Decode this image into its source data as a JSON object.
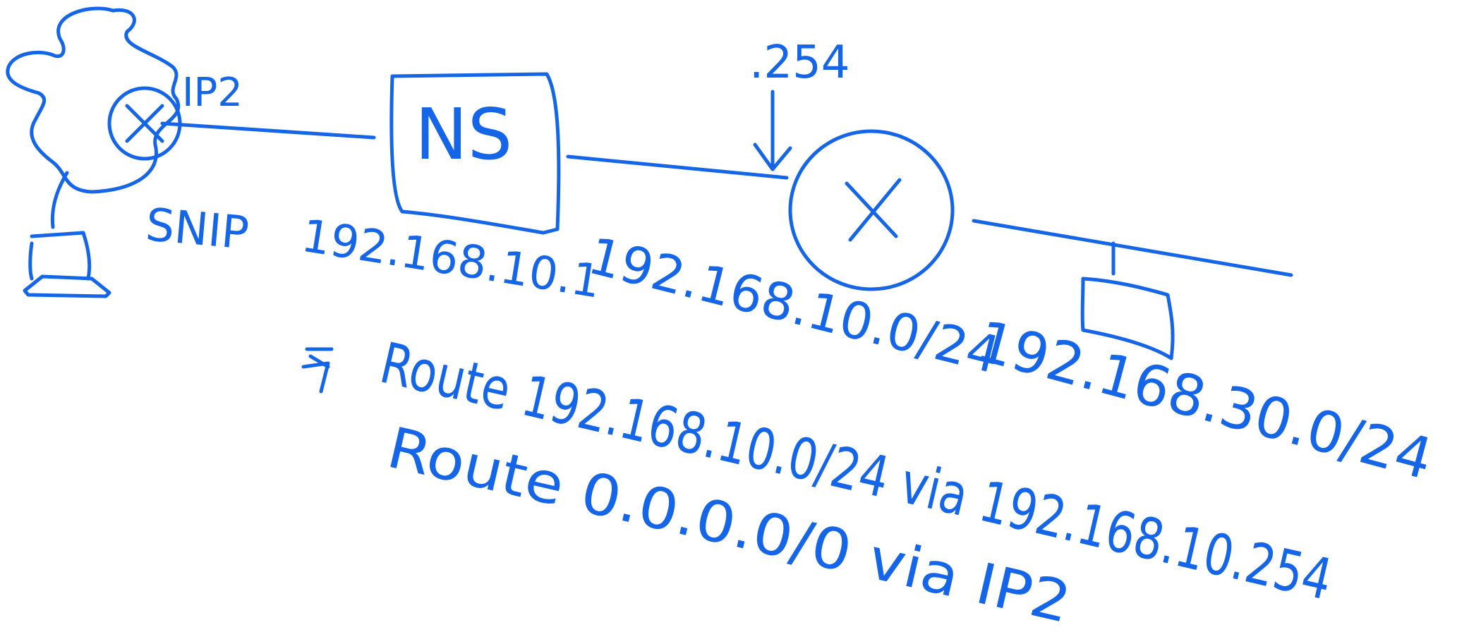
{
  "colors": {
    "ink": "#1565e8",
    "background": "#ffffff"
  },
  "labels": {
    "ip2_top": "IP2",
    "ns": "NS",
    "addr_254": ".254",
    "snip": "SNIP",
    "ns_ip": "192.168.10.1",
    "subnet_10": "192.168.10.0/24",
    "subnet_30": "192.168.30.0/24",
    "route_1": "Route 192.168.10.0/24 via 192.168.10.254",
    "route_2": "Route 0.0.0.0/0 via IP2"
  },
  "icons": {
    "cloud": "cloud-icon",
    "router_left": "router-icon",
    "router_right": "router-icon",
    "pc_left": "computer-icon",
    "pc_right": "computer-icon",
    "arrow": "arrow-down-icon"
  }
}
